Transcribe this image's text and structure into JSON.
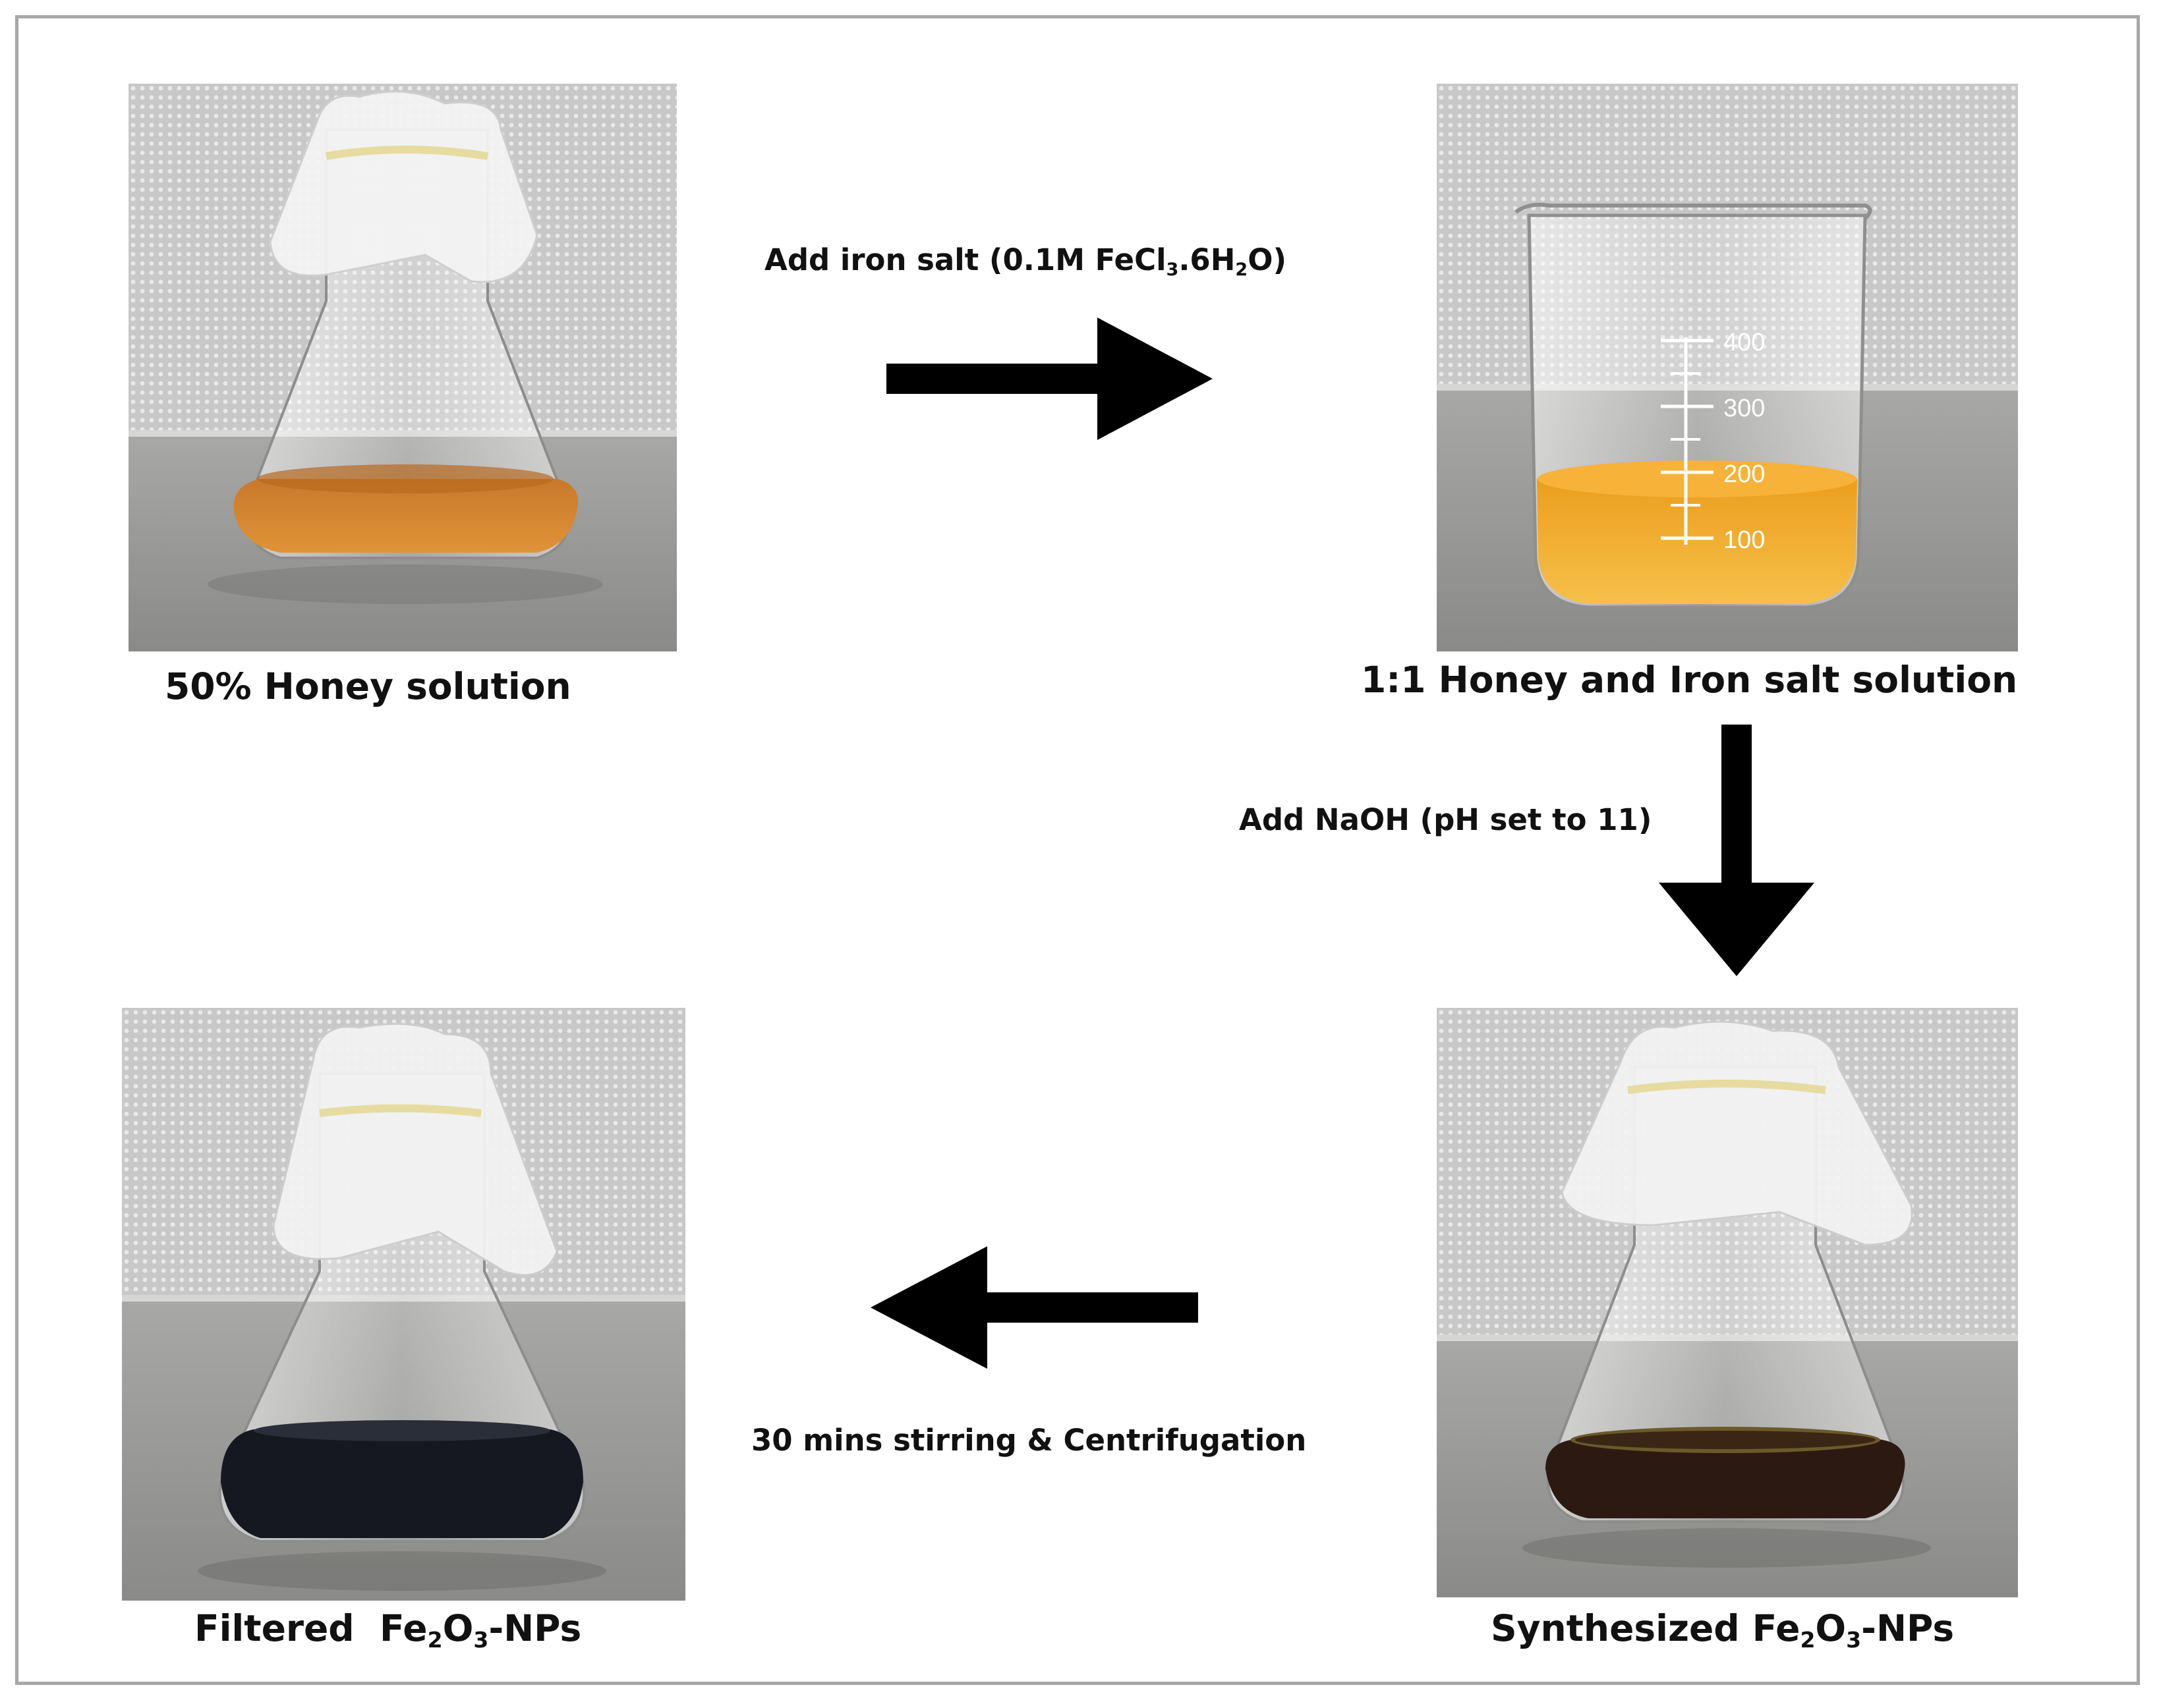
{
  "photos": {
    "honey": {
      "caption": "50% Honey solution"
    },
    "mixture": {
      "caption": "1:1 Honey and Iron salt solution",
      "scale_marks": [
        "400",
        "300",
        "200",
        "100"
      ]
    },
    "synthesized": {
      "caption_pre": "Synthesized Fe",
      "caption_sub1": "2",
      "caption_mid": "O",
      "caption_sub2": "3",
      "caption_post": "-NPs"
    },
    "filtered": {
      "caption_pre": "Filtered  Fe",
      "caption_sub1": "2",
      "caption_mid": "O",
      "caption_sub2": "3",
      "caption_post": "-NPs"
    }
  },
  "steps": {
    "add_iron": {
      "pre": "Add iron salt (0.1M FeCl",
      "sub1": "3",
      "mid": ".6H",
      "sub2": "2",
      "post": "O)"
    },
    "add_naoh": {
      "label": "Add NaOH (pH set to 11)"
    },
    "stir": {
      "label": "30 mins stirring & Centrifugation"
    }
  },
  "colors": {
    "honey_liquid": "#d9832c",
    "mixture_liquid": "#f0a321",
    "synthesized_liquid": "#2c1a12",
    "filtered_liquid": "#151820",
    "arrow": "#000000",
    "frame": "#a7a7a7"
  }
}
